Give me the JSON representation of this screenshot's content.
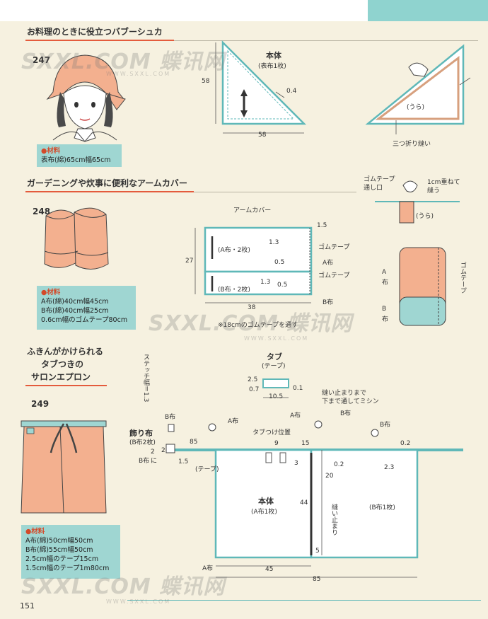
{
  "sections": {
    "s1": {
      "title": "お料理のときに役立つバブーシュカ",
      "num": "247",
      "materials_head": "●材料",
      "materials": [
        "表布(綿)65cm幅65cm"
      ],
      "diagram": {
        "title": "本体",
        "sub": "(表布1枚)",
        "h": "58",
        "w": "58",
        "seam": "0.4",
        "back": "(うら)",
        "fold": "三つ折り縫い"
      }
    },
    "s2": {
      "title": "ガーデニングや炊事に便利なアームカバー",
      "num": "248",
      "materials_head": "●材料",
      "materials": [
        "A布(綿)40cm幅45cm",
        "B布(綿)40cm幅25cm",
        "0.6cm幅のゴムテープ80cm"
      ],
      "diagram": {
        "title": "アームカバー",
        "a": "(A布・2枚)",
        "b": "(B布・2枚)",
        "h": "27",
        "w": "38",
        "d13a": "1.3",
        "d13b": "1.3",
        "d05a": "0.5",
        "d05b": "0.5",
        "d15": "1.5",
        "gomu1": "ゴムテープ",
        "gomu2": "ゴムテープ",
        "anuno": "A布",
        "bnuno": "B布",
        "note": "※18cmのゴムテープを通す",
        "gomu_top1": "ゴムテープ",
        "gomu_top2": "通し口",
        "overlap1": "1cm重ねて",
        "overlap2": "縫う",
        "back": "(うら)",
        "side_a1": "A",
        "side_a2": "布",
        "side_b1": "B",
        "side_b2": "布",
        "side_gomu": "ゴムテープ"
      }
    },
    "s3": {
      "title1": "ふきんがかけられる",
      "title2": "タブつきの",
      "title3": "サロンエプロン",
      "num": "249",
      "materials_head": "●材料",
      "materials": [
        "A布(綿)50cm幅50cm",
        "B布(綿)55cm幅50cm",
        "2.5cm幅のテープ15cm",
        "1.5cm幅のテープ1m80cm"
      ],
      "diagram": {
        "stitch": "ステッチ幅＝1.3",
        "tab_title": "タブ",
        "tab_sub": "(テープ)",
        "t25": "2.5",
        "t07": "0.7",
        "t01": "0.1",
        "t105": "10.5",
        "stop1": "縫い止まりまで",
        "stop2": "下まで通してミシン",
        "anuno1": "A布",
        "bnuno1": "B布",
        "bnuno2": "B布",
        "bnuno3": "B布",
        "anuno2": "A布",
        "anuno3": "A布",
        "deco1": "飾り布",
        "deco2": "(B布2枚)",
        "deco3": "B布",
        "d2a": "2",
        "d2b": "2",
        "d85a": "85",
        "d15": "1.5",
        "tape": "(テープ)",
        "ni": "に",
        "tabpos": "タブつけ位置",
        "d9": "9",
        "d15b": "15",
        "d3": "3",
        "d02a": "0.2",
        "d20": "20",
        "d02b": "0.2",
        "d23": "2.3",
        "honti": "本体",
        "a1": "(A布1枚)",
        "b1": "(B布1枚)",
        "d44": "44",
        "stop3": "縫い止まり",
        "d5": "5",
        "d45": "45",
        "d85b": "85"
      }
    }
  },
  "page_number": "151",
  "watermark": {
    "logo": "SXXL.COM 蝶讯网",
    "url": "WWW.SXXL.COM"
  }
}
